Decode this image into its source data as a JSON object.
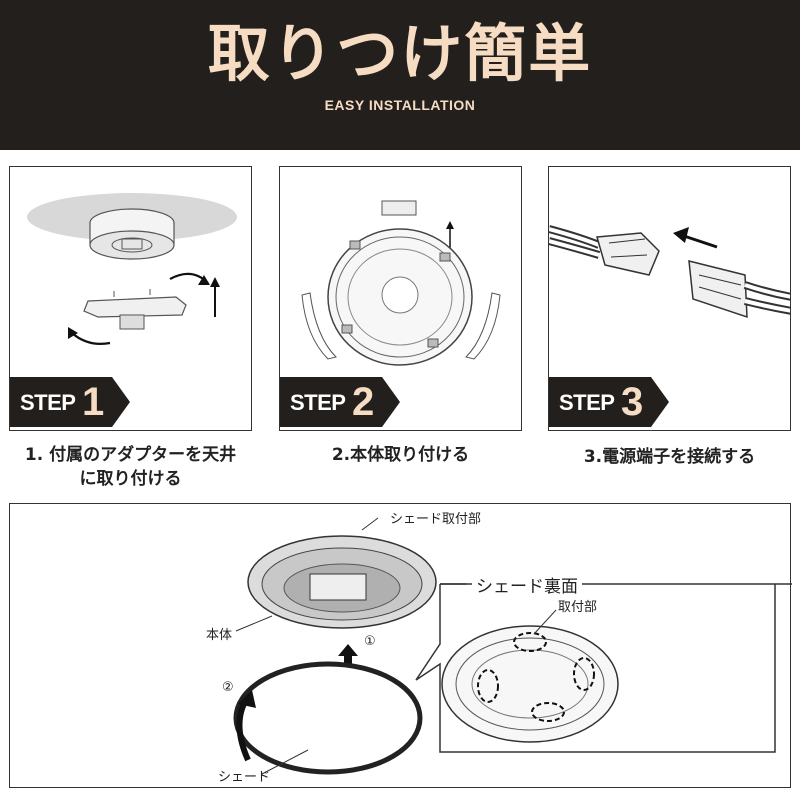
{
  "header": {
    "title": "取りつけ簡単",
    "subtitle": "EASY INSTALLATION"
  },
  "steps": [
    {
      "word": "STEP",
      "number": "1",
      "caption_line1": "1. 付属のアダプターを天井",
      "caption_line2": "に取り付ける"
    },
    {
      "word": "STEP",
      "number": "2",
      "caption_line1": "2.本体取り付ける"
    },
    {
      "word": "STEP",
      "number": "3",
      "caption_line1": "3.電源端子を接続する"
    }
  ],
  "diagram": {
    "shade_mount_label": "シェード取付部",
    "body_label": "本体",
    "shade_label": "シェード",
    "shade_back_label": "シェード裏面",
    "mount_label": "取付部",
    "step_mark_1": "①",
    "step_mark_2": "②"
  },
  "colors": {
    "header_bg": "#231f1c",
    "accent": "#f5dcc2",
    "badge_bg": "#231f1c"
  }
}
